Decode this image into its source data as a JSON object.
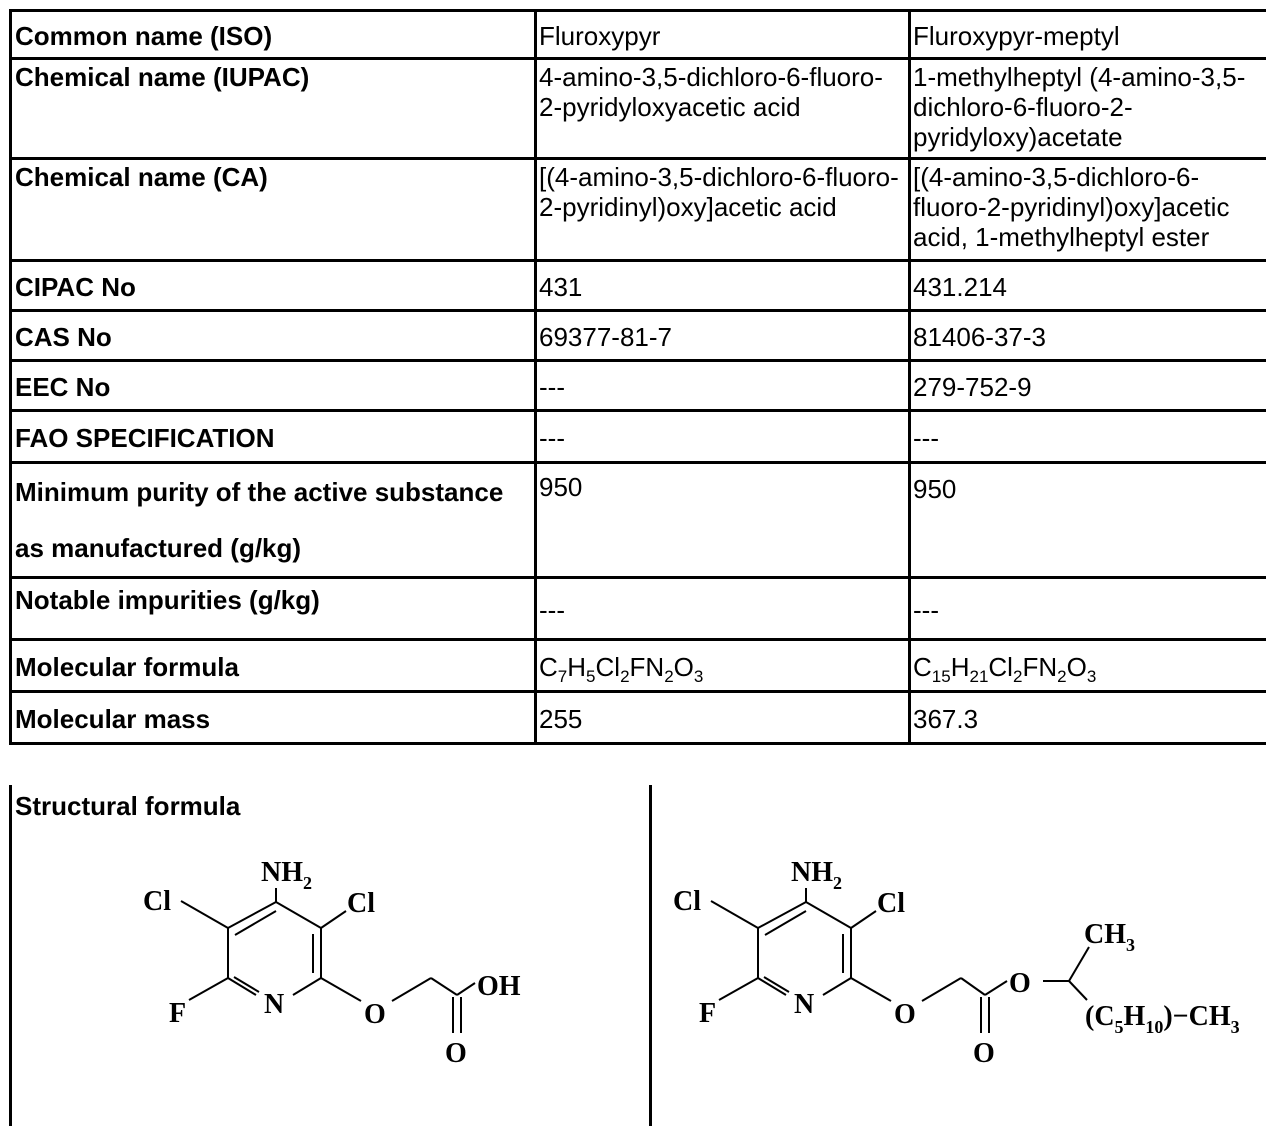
{
  "rows": [
    {
      "label": "Common name (ISO)",
      "a": "Fluroxypyr",
      "b": "Fluroxypyr-meptyl"
    },
    {
      "label": "Chemical name (IUPAC)",
      "a": "4-amino-3,5-dichloro-6-fluoro-2-pyridyloxyacetic acid",
      "b": "1-methylheptyl (4-amino-3,5-dichloro-6-fluoro-2-pyridyloxy)acetate"
    },
    {
      "label": "Chemical name (CA)",
      "a": "[(4-amino-3,5-dichloro-6-fluoro-2-pyridinyl)oxy]acetic acid",
      "b": "[(4-amino-3,5-dichloro-6-fluoro-2-pyridinyl)oxy]acetic acid, 1-methylheptyl ester"
    },
    {
      "label": "CIPAC No",
      "a": "431",
      "b": "431.214"
    },
    {
      "label": "CAS No",
      "a": "69377-81-7",
      "b": "81406-37-3"
    },
    {
      "label": "EEC No",
      "a": "---",
      "b": "279-752-9"
    },
    {
      "label": "FAO SPECIFICATION",
      "a": "---",
      "b": "---"
    },
    {
      "label": "Minimum purity of the active substance as manufactured (g/kg)",
      "a": "950",
      "b": "950"
    },
    {
      "label": "Notable impurities (g/kg)",
      "a": "---",
      "b": "---"
    },
    {
      "label": "Molecular formula",
      "a_parts": [
        "C",
        "7",
        "H",
        "5",
        "Cl",
        "2",
        "FN",
        "2",
        "O",
        "3"
      ],
      "b_parts": [
        "C",
        "15",
        "H",
        "21",
        "Cl",
        "2",
        "FN",
        "2",
        "O",
        "3"
      ]
    },
    {
      "label": "Molecular mass",
      "a": "255",
      "b": "367.3"
    }
  ],
  "structural": {
    "label": "Structural formula",
    "left": {
      "nh2": "NH",
      "nh2_sub": "2",
      "cl_left": "Cl",
      "cl_right": "Cl",
      "f": "F",
      "n": "N",
      "o_ether": "O",
      "oh": "OH",
      "o_carbonyl": "O"
    },
    "right": {
      "nh2": "NH",
      "nh2_sub": "2",
      "cl_left": "Cl",
      "cl_right": "Cl",
      "f": "F",
      "n": "N",
      "o_ether": "O",
      "o_ester": "O",
      "o_carbonyl": "O",
      "ch3": "CH",
      "ch3_sub": "3",
      "chain": "(C",
      "chain_sub1": "5",
      "chain_mid": "H",
      "chain_sub2": "10",
      "chain_end": ")−CH",
      "chain_sub3": "3"
    }
  }
}
